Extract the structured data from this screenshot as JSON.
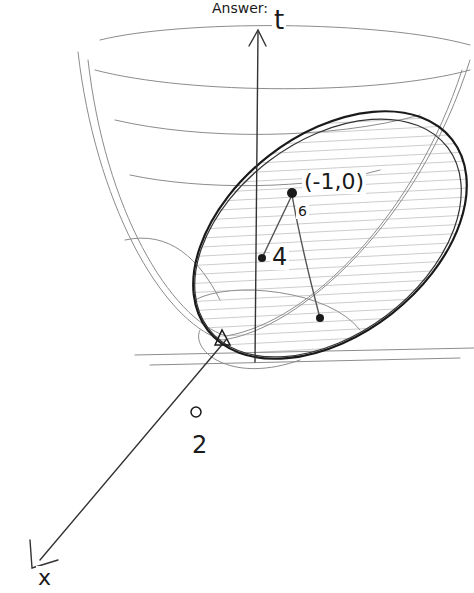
{
  "diagram": {
    "labels": [
      "Answer:",
      "t",
      "(-1,0)",
      "6",
      "4",
      "2",
      "x"
    ]
  }
}
